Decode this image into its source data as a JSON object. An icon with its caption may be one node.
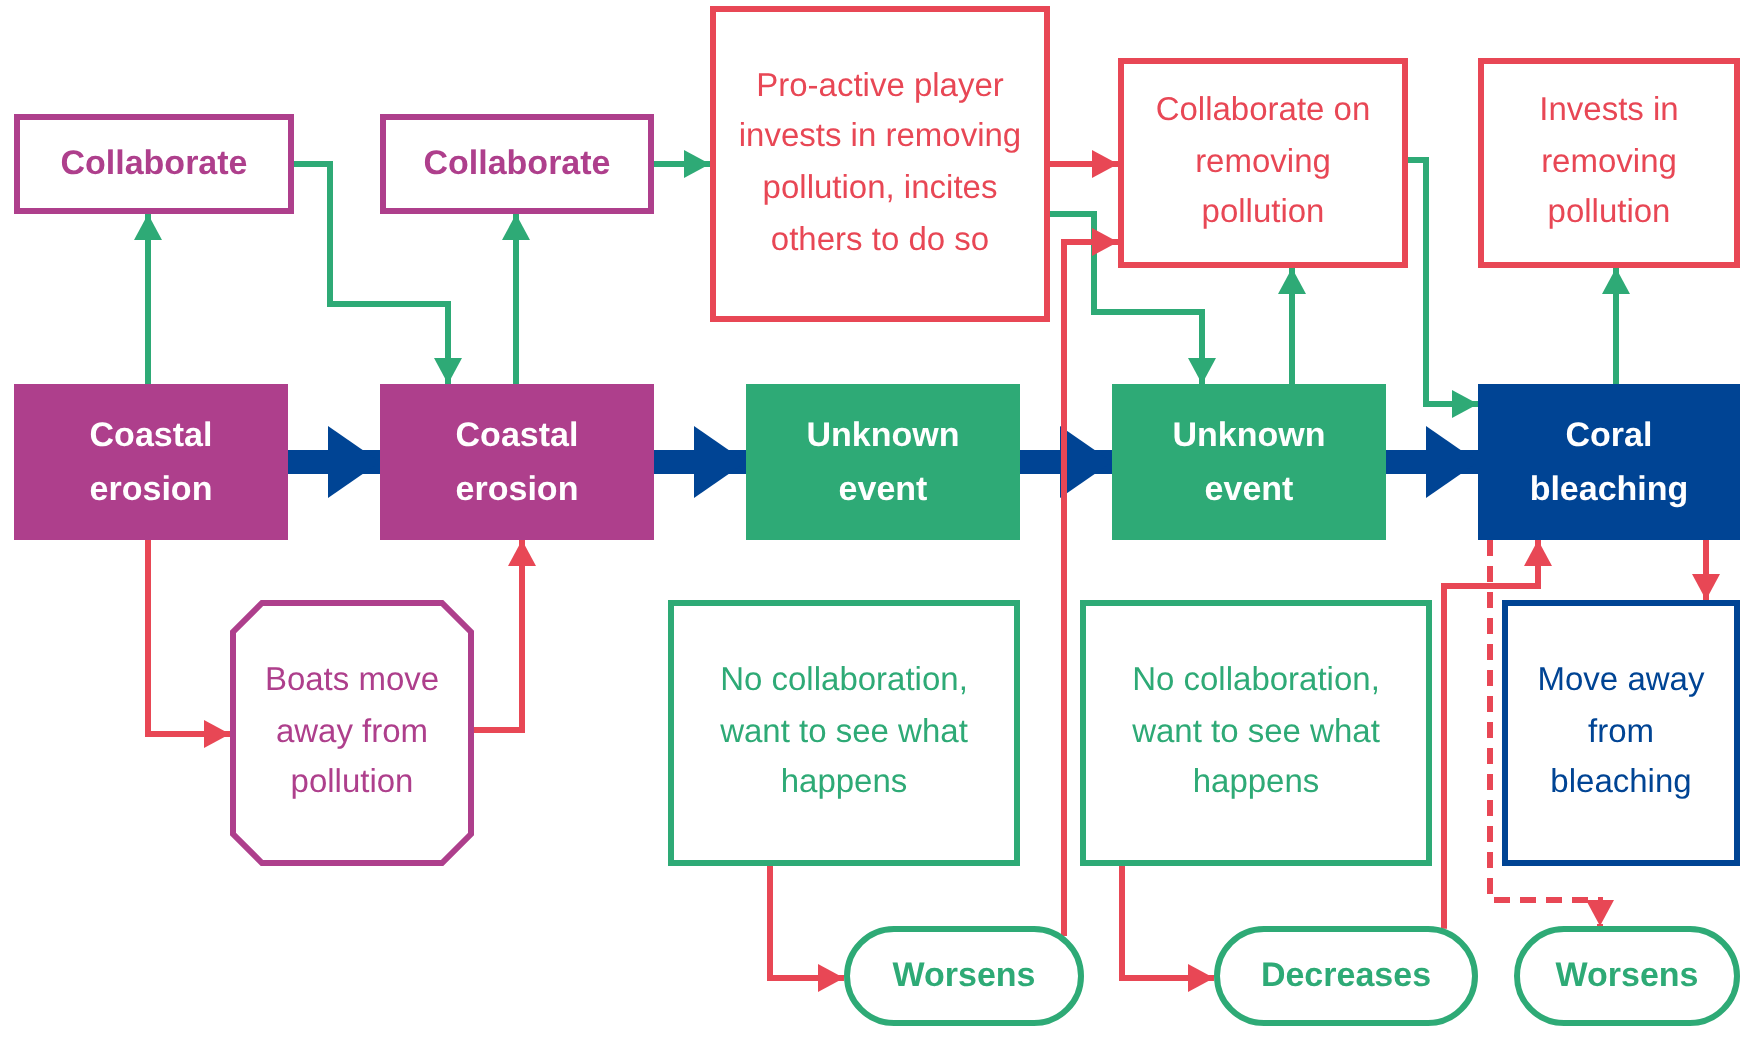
{
  "diagram": {
    "nodes": [
      {
        "text": [
          "Collaborate"
        ]
      },
      {
        "text": [
          "Collaborate"
        ]
      },
      {
        "text": [
          "Pro-active player invests in removing pollution, incites others to do so"
        ]
      },
      {
        "text": [
          "Collaborate on removing pollution"
        ]
      },
      {
        "text": [
          "Invests in removing pollution"
        ]
      },
      {
        "text": [
          "Coastal erosion"
        ]
      },
      {
        "text": [
          "Coastal erosion"
        ]
      },
      {
        "text": [
          "Unknown event"
        ]
      },
      {
        "text": [
          "Unknown event"
        ]
      },
      {
        "text": [
          "Coral bleaching"
        ]
      },
      {
        "text": [
          "Boats move away from pollution"
        ]
      },
      {
        "text": [
          "No collaboration, want to see what happens"
        ]
      },
      {
        "text": [
          "No collaboration, want to see what happens"
        ]
      },
      {
        "text": [
          "Move away from bleaching"
        ]
      },
      {
        "text": [
          "Worsens"
        ]
      },
      {
        "text": [
          "Decreases"
        ]
      },
      {
        "text": [
          "Worsens"
        ]
      }
    ],
    "edges": [
      {
        "from": 5,
        "to": 0,
        "arrow": "to",
        "color": "#2eaa76"
      },
      {
        "from": 0,
        "to": 6,
        "arrow": "to",
        "color": "#2eaa76"
      },
      {
        "from": 6,
        "to": 1,
        "arrow": "to",
        "color": "#2eaa76"
      },
      {
        "from": 1,
        "to": 2,
        "arrow": "to",
        "color": "#2eaa76"
      },
      {
        "from": 5,
        "to": 6,
        "arrow": "to",
        "style": "thick",
        "color": "#004494"
      },
      {
        "from": 6,
        "to": 7,
        "arrow": "to",
        "style": "thick",
        "color": "#004494"
      },
      {
        "from": 7,
        "to": 8,
        "arrow": "to",
        "style": "thick",
        "color": "#004494"
      },
      {
        "from": 8,
        "to": 9,
        "arrow": "to",
        "style": "thick",
        "color": "#004494"
      },
      {
        "from": 2,
        "to": 3,
        "arrow": "to"
      },
      {
        "from": 2,
        "to": 8,
        "arrow": "to",
        "color": "#2eaa76"
      },
      {
        "from": 8,
        "to": 3,
        "arrow": "to",
        "color": "#2eaa76"
      },
      {
        "from": 3,
        "to": 9,
        "arrow": "to",
        "color": "#2eaa76"
      },
      {
        "from": 9,
        "to": 4,
        "arrow": "to",
        "color": "#2eaa76"
      },
      {
        "from": 5,
        "to": 10,
        "arrow": "to"
      },
      {
        "from": 10,
        "to": 6,
        "arrow": "to"
      },
      {
        "from": 11,
        "to": 14,
        "arrow": "to"
      },
      {
        "from": 14,
        "to": 3,
        "arrow": "to"
      },
      {
        "from": 12,
        "to": 15,
        "arrow": "to"
      },
      {
        "from": 15,
        "to": 9,
        "arrow": "to"
      },
      {
        "from": 9,
        "to": 16,
        "arrow": "to",
        "style": "dashed"
      },
      {
        "from": 9,
        "to": 13,
        "arrow": "to"
      }
    ]
  }
}
